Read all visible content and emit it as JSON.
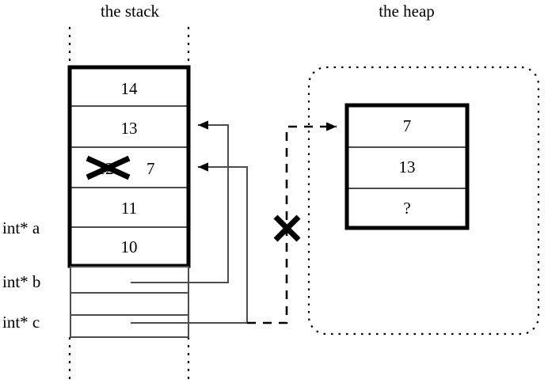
{
  "diagram": {
    "kind": "memory-diagram",
    "stroke_color": "#000000",
    "background_color": "#ffffff",
    "line_color": "#4d4d4d"
  },
  "headings": {
    "stack": "the stack",
    "heap": "the heap"
  },
  "stack": {
    "cells": [
      {
        "value": "14",
        "struck": false
      },
      {
        "value": "13",
        "struck": false
      },
      {
        "value": "12",
        "struck": true,
        "replacement": "7"
      },
      {
        "value": "11",
        "struck": false
      },
      {
        "value": "10",
        "struck": false
      }
    ],
    "pointer_rows": [
      {
        "label": "int* a",
        "value": ""
      },
      {
        "label": "int* b",
        "value": ""
      },
      {
        "label": "int* c",
        "value": ""
      }
    ]
  },
  "heap": {
    "cells": [
      {
        "value": "7"
      },
      {
        "value": "13"
      },
      {
        "value": "?"
      }
    ]
  },
  "annotations": {
    "invalidated_mark": "✕",
    "struck_mark": "✕"
  }
}
